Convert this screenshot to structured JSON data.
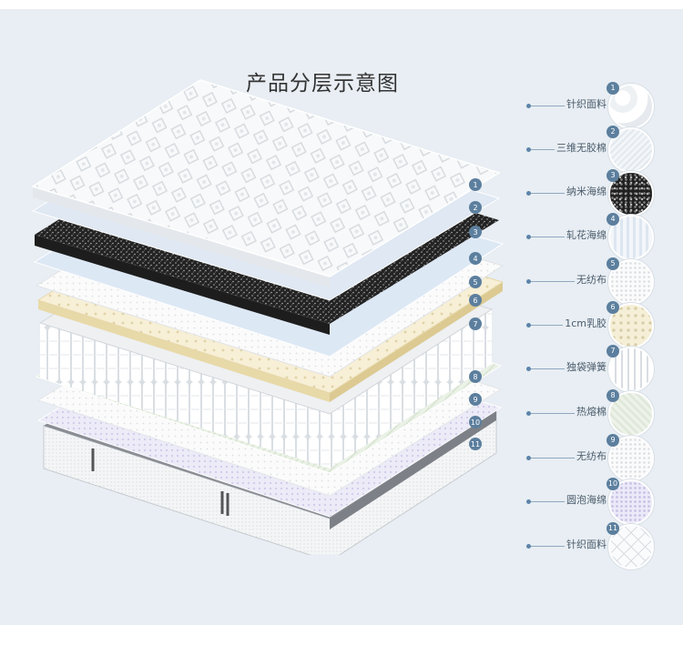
{
  "title": "产品分层示意图",
  "layers": [
    {
      "num": "1",
      "label": "针织面料",
      "swatch": "knit-fabric"
    },
    {
      "num": "2",
      "label": "三维无胶棉",
      "swatch": "3d-glueless-cotton"
    },
    {
      "num": "3",
      "label": "纳米海绵",
      "swatch": "nano-sponge"
    },
    {
      "num": "4",
      "label": "轧花海绵",
      "swatch": "embossed-sponge"
    },
    {
      "num": "5",
      "label": "无纺布",
      "swatch": "non-woven"
    },
    {
      "num": "6",
      "label": "1cm乳胶",
      "swatch": "latex"
    },
    {
      "num": "7",
      "label": "独袋弹簧",
      "swatch": "pocket-spring"
    },
    {
      "num": "8",
      "label": "热熔棉",
      "swatch": "hot-melt-cotton"
    },
    {
      "num": "9",
      "label": "无纺布",
      "swatch": "non-woven"
    },
    {
      "num": "10",
      "label": "圆泡海绵",
      "swatch": "round-foam"
    },
    {
      "num": "11",
      "label": "针织面料",
      "swatch": "knit-fabric"
    }
  ],
  "colors": {
    "background": "#e8eef3",
    "badge": "#5c7f9e",
    "leader": "#8fa8c0"
  }
}
